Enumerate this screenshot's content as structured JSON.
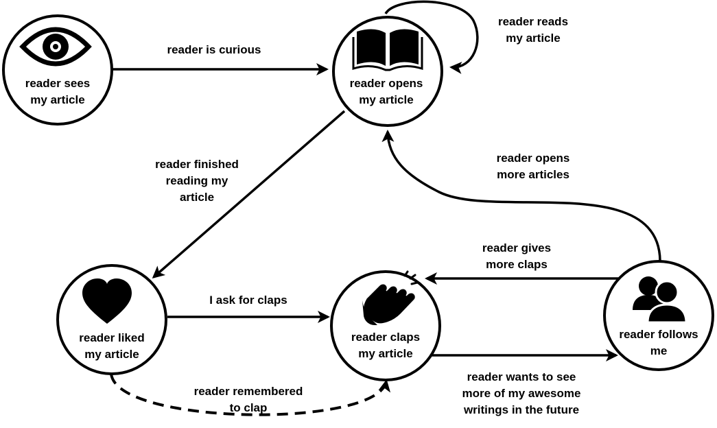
{
  "nodes": {
    "sees": {
      "line1": "reader sees",
      "line2": "my article",
      "icon": "eye-icon"
    },
    "opens": {
      "line1": "reader opens",
      "line2": "my article",
      "icon": "open-book-icon"
    },
    "liked": {
      "line1": "reader liked",
      "line2": "my article",
      "icon": "heart-icon"
    },
    "claps": {
      "line1": "reader claps",
      "line2": "my article",
      "icon": "clapping-hands-icon"
    },
    "follows": {
      "line1": "reader follows",
      "line2": "me",
      "icon": "users-icon"
    }
  },
  "edges": {
    "curious": {
      "line1": "reader is curious"
    },
    "reads": {
      "line1": "reader reads",
      "line2": "my article"
    },
    "finished": {
      "line1": "reader finished",
      "line2": "reading my",
      "line3": "article"
    },
    "more_articles": {
      "line1": "reader opens",
      "line2": "more articles"
    },
    "ask_claps": {
      "line1": "I ask for claps"
    },
    "more_claps": {
      "line1": "reader gives",
      "line2": "more claps"
    },
    "remembered": {
      "line1": "reader remembered",
      "line2": "to clap"
    },
    "wants_more": {
      "line1": "reader wants to see",
      "line2": "more of my awesome",
      "line3": "writings in the future"
    }
  },
  "colors": {
    "stroke": "#000000",
    "fill": "#ffffff"
  }
}
